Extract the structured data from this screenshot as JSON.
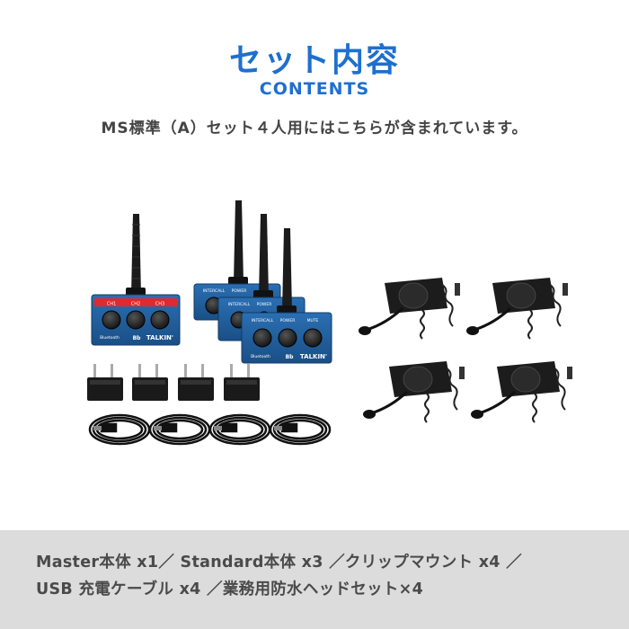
{
  "header": {
    "title_jp": "セット内容",
    "title_en": "CONTENTS",
    "lead": "MS標準（A）セット４人用にはこちらが含まれています。"
  },
  "device_labels": {
    "master_buttons": [
      "CH1",
      "CH2",
      "CH3"
    ],
    "standard_buttons": [
      "INTERCALL",
      "POWER",
      "MUTE"
    ],
    "brand": "TALKIN'",
    "brand_mark": "Bb",
    "bluetooth": "Bluetooth"
  },
  "colors": {
    "title_blue": "#1e6fd0",
    "device_blue": "#1f5c98",
    "master_stripe": "#e02a2a",
    "footer_bg": "#dcdcdc"
  },
  "footer": {
    "line1": "Master本体 x1／ Standard本体 x3 ／クリップマウント x4 ／",
    "line2": "USB 充電ケーブル x4 ／業務用防水ヘッドセット×4"
  }
}
